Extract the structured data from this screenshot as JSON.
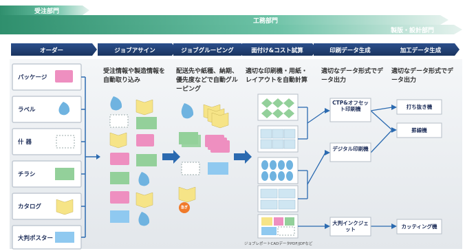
{
  "departments": {
    "order_dept": "受注部門",
    "engineering_dept": "工務部門",
    "prepress_dept": "製版・設計部門"
  },
  "steps": [
    "オーダー",
    "ジョブアサイン",
    "ジョブグルーピング",
    "面付け&コスト試算",
    "印刷データ生成",
    "加工データ生成"
  ],
  "orders": [
    "パッケージ",
    "ラベル",
    "什 器",
    "チラシ",
    "カタログ",
    "大判ポスター"
  ],
  "descriptions": {
    "assign": "受注情報や製造情報を自動取り込み",
    "grouping": "配送先や紙種、納期、優先度などで自動グルーピング",
    "imposition": "適切な印刷機・用紙・レイアウトを自動計算",
    "print": "適切なデータ形式でデータ出力",
    "finishing": "適切なデータ形式でデータ出力"
  },
  "print_devices": {
    "ctp": "CTP&オフセット印刷機",
    "digital": "デジタル印刷機",
    "largeformat": "大判インクジェット"
  },
  "finishing_devices": {
    "diecut": "打ち抜き機",
    "creaser": "罫線機",
    "cutting": "カッティング機"
  },
  "badge": "急ぎ",
  "caption": "ジョブレポートCADデータPDF/JDFなど",
  "colors": {
    "navy": "#1f2f5a",
    "banner_green": "#3a9a78",
    "panel_gray": "#e9ecef",
    "pink": "#ee8fc0",
    "blue": "#6fb3e0",
    "green": "#93d09a",
    "yellow": "#f6e487",
    "orange": "#f07a2a"
  }
}
